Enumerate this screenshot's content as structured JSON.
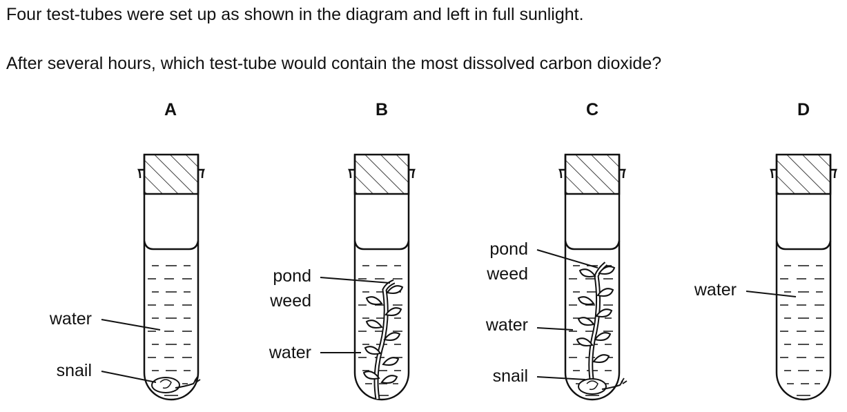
{
  "question": {
    "line1": "Four test-tubes were set up as shown in the diagram and left in full sunlight.",
    "line2": "After several hours, which test-tube would contain the most dissolved carbon dioxide?"
  },
  "tubes": [
    {
      "letter": "A",
      "labels": {
        "water": "water",
        "snail": "snail"
      }
    },
    {
      "letter": "B",
      "labels": {
        "pond_weed": "pond\nweed",
        "water": "water"
      }
    },
    {
      "letter": "C",
      "labels": {
        "pond_weed": "pond\nweed",
        "water": "water",
        "snail": "snail"
      }
    },
    {
      "letter": "D",
      "labels": {
        "water": "water"
      }
    }
  ]
}
